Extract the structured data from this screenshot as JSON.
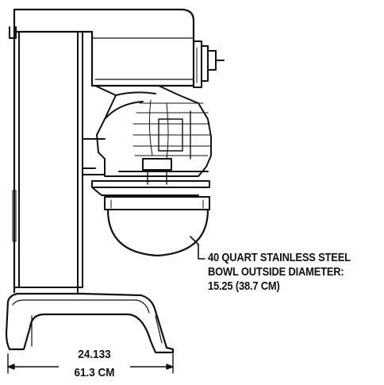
{
  "callout": {
    "line1": "40 QUART STAINLESS STEEL",
    "line2": "BOWL OUTSIDE DIAMETER:",
    "line3": "15.25 (38.7 CM)"
  },
  "base_dimension": {
    "inches": "24.133",
    "cm": "61.3 CM"
  },
  "colors": {
    "line": "#111111",
    "background": "#ffffff"
  }
}
